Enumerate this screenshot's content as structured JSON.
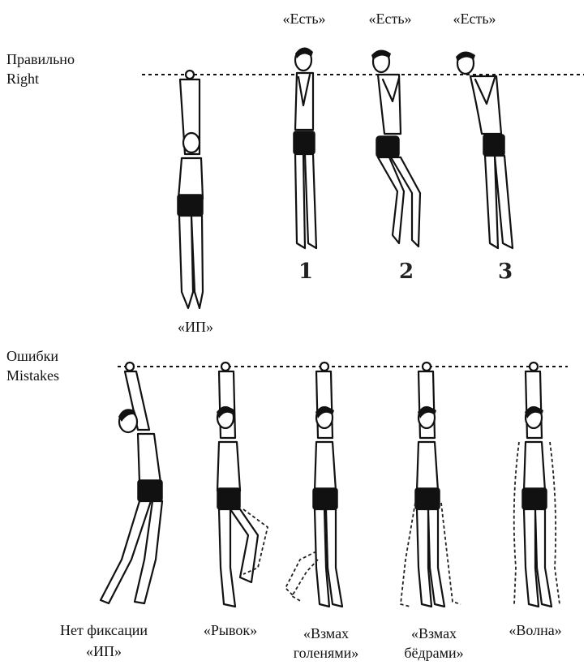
{
  "sections": {
    "right_ru": "Правильно",
    "right_en": "Right",
    "mistakes_ru": "Ошибки",
    "mistakes_en": "Mistakes"
  },
  "top_labels": {
    "est_1": "«Есть»",
    "est_2": "«Есть»",
    "est_3": "«Есть»",
    "ip": "«ИП»"
  },
  "phase_numbers": [
    "1",
    "2",
    "3"
  ],
  "mistake_labels": {
    "no_fix_line1": "Нет фиксации",
    "no_fix_line2": "«ИП»",
    "jerk": "«Рывок»",
    "shin_swing_line1": "«Взмах",
    "shin_swing_line2": "голенями»",
    "hip_swing_line1": "«Взмах",
    "hip_swing_line2": "бёдрами»",
    "wave": "«Волна»"
  }
}
